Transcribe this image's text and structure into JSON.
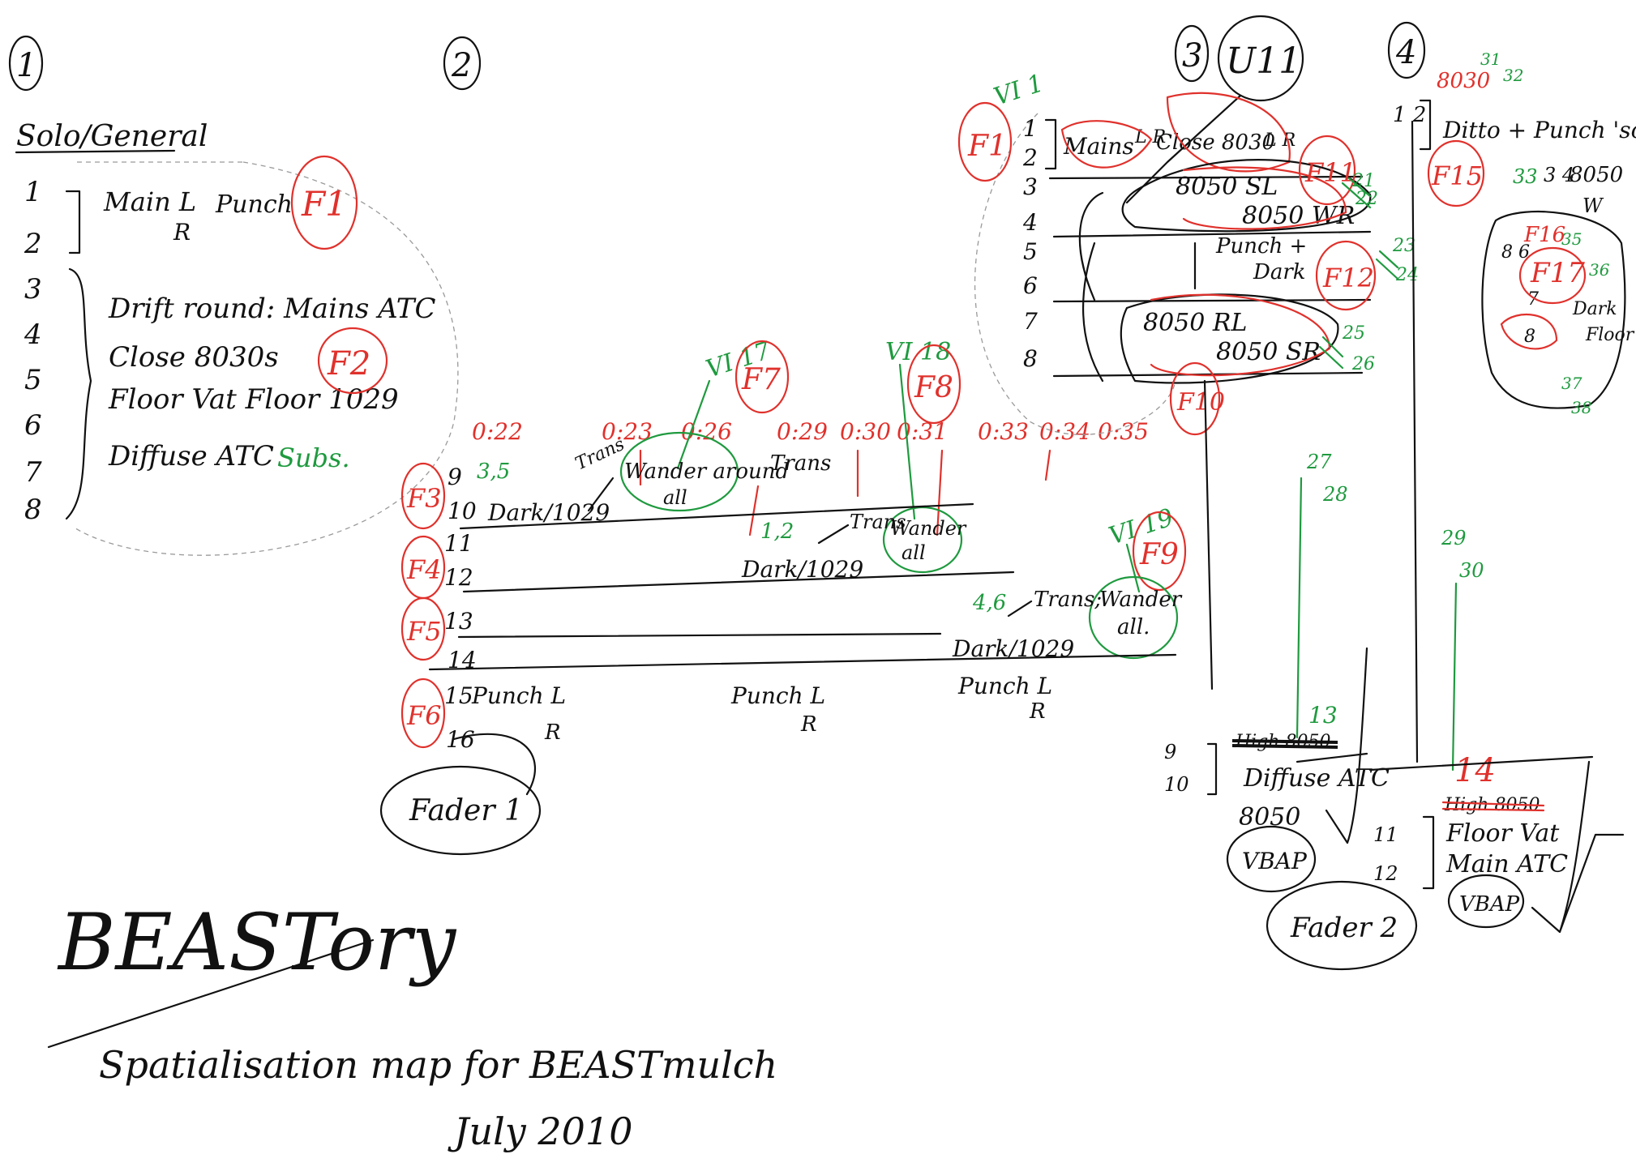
{
  "colors": {
    "ink": "#111111",
    "red": "#e0312c",
    "green": "#1f9a3f",
    "grey": "#9a9a9a"
  },
  "sections": {
    "s1": "1",
    "s2": "2",
    "s3": "3",
    "s4": "4",
    "u11": "U11"
  },
  "solo": {
    "title": "Solo/General",
    "numbers": [
      "1",
      "2",
      "3",
      "4",
      "5",
      "6",
      "7",
      "8"
    ],
    "main_l": "Main L",
    "main_r": "R",
    "punch": "Punch",
    "f1": "F1",
    "drift": "Drift round: Mains ATC",
    "close": "Close 8030s",
    "floor": "Floor Vat  Floor 1029",
    "diffuse": "Diffuse ATC",
    "subs": "Subs.",
    "f2": "F2"
  },
  "timeline": {
    "times": [
      "0:22",
      "0:23",
      "0:26",
      "0:29",
      "0:30",
      "0:31",
      "0:33",
      "0:34",
      "0:35"
    ],
    "vi17": "VI 17",
    "vi18": "VI 18",
    "vi19": "VI 19",
    "f7": "F7",
    "f8": "F8",
    "f9": "F9",
    "green_35": "3,5",
    "green_12": "1,2",
    "green_46": "4,6",
    "trans1": "Trans",
    "trans2": "Trans",
    "trans3": "Trans",
    "trans4": "Trans;",
    "wander1": "Wander around",
    "wander1b": "all",
    "wander2": "Wander",
    "wander2b": "all",
    "wander3": "Wander",
    "wander3b": "all.",
    "dark1": "Dark/1029",
    "dark2": "Dark/1029",
    "dark3": "Dark/1029",
    "rows": [
      "9",
      "10",
      "11",
      "12",
      "13",
      "14",
      "15",
      "16"
    ],
    "f3": "F3",
    "f4": "F4",
    "f5": "F5",
    "f6": "F6",
    "punch1": "Punch L",
    "punch1r": "R",
    "punch2": "Punch L",
    "punch2r": "R",
    "punch3": "Punch L",
    "punch3r": "R",
    "fader1": "Fader 1"
  },
  "sec3": {
    "vi1": "VI 1",
    "f_l": "F1",
    "numbers": [
      "1",
      "2",
      "3",
      "4",
      "5",
      "6",
      "7",
      "8"
    ],
    "mains": "Mains",
    "lr": "L R",
    "close": "Close 8030",
    "close_lr": "L R",
    "a": "8050 SL",
    "b": "8050 WR",
    "punch": "Punch +",
    "dark": "Dark",
    "c": "8050 RL",
    "d": "8050 SR",
    "f11": "F11",
    "f12": "F12",
    "f10": "F10",
    "g21": "21",
    "g22": "22",
    "g23": "23",
    "g24": "24",
    "g25": "25",
    "g26": "26",
    "g27": "27",
    "g28": "28",
    "g29": "29",
    "g30": "30"
  },
  "sec4": {
    "nums": "1 2",
    "ditto": "Ditto + Punch 'solo'",
    "top": "8030",
    "g31": "31",
    "g32": "32",
    "f15": "F15",
    "g33": "33",
    "n34": "3 4",
    "w8050": "8050",
    "w": "W",
    "n86": "8 6",
    "n7": "7",
    "n8": "8",
    "f16": "F16",
    "f17": "F17",
    "g35": "35",
    "g36": "36",
    "g37": "37",
    "g38": "38",
    "dark": "Dark",
    "floor": "Floor"
  },
  "fader2": {
    "high_a": "High 8050",
    "diffuse": "Diffuse ATC",
    "n8050": "8050",
    "vbap1": "VBAP",
    "n9": "9",
    "n10": "10",
    "g13": "13",
    "high_b": "High 8050",
    "red14": "14",
    "floor": "Floor Vat",
    "main": "Main ATC",
    "n11": "11",
    "n12": "12",
    "vbap2": "VBAP",
    "fader2": "Fader 2"
  },
  "footer": {
    "signature": "BEASTory",
    "caption": "Spatialisation map for BEASTmulch",
    "date": "July 2010"
  }
}
